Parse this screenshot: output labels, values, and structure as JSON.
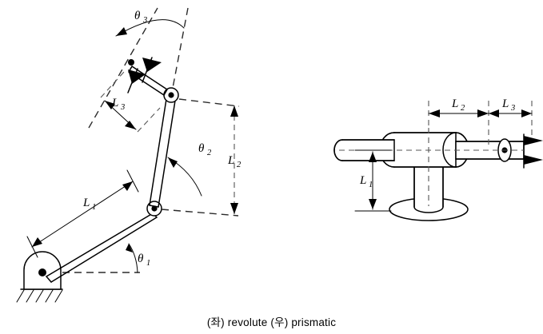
{
  "figure": {
    "caption": "(좌) revolute (우) prismatic",
    "background_color": "#ffffff",
    "line_color": "#000000"
  },
  "revolute_diagram": {
    "title_role": "left diagram",
    "labels": {
      "link1_length": "L",
      "link1_sub": "1",
      "link2_length": "L",
      "link2_sub": "2",
      "link3_length": "L",
      "link3_sub": "3",
      "angle1": "θ",
      "angle1_sub": "1",
      "angle2": "θ",
      "angle2_sub": "2",
      "angle3": "θ",
      "angle3_sub": "3"
    }
  },
  "prismatic_diagram": {
    "title_role": "right diagram",
    "labels": {
      "height_label": "L",
      "height_sub": "1",
      "extension1_label": "L",
      "extension1_sub": "2",
      "extension2_label": "L",
      "extension2_sub": "3"
    }
  }
}
